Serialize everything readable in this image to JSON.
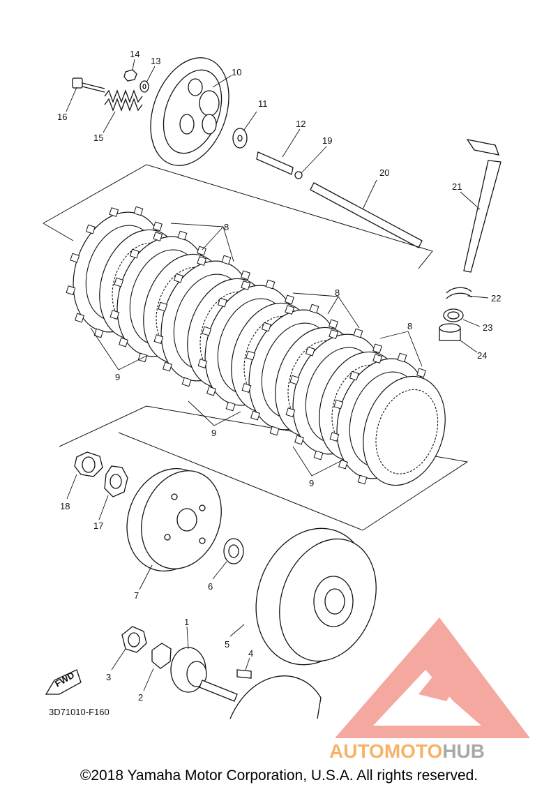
{
  "diagram": {
    "part_labels": {
      "p1": "1",
      "p2": "2",
      "p3": "3",
      "p4": "4",
      "p5": "5",
      "p6": "6",
      "p7": "7",
      "p8a": "8",
      "p8b": "8",
      "p8c": "8",
      "p9a": "9",
      "p9b": "9",
      "p9c": "9",
      "p10": "10",
      "p11": "11",
      "p12": "12",
      "p13": "13",
      "p14": "14",
      "p15": "15",
      "p16": "16",
      "p17": "17",
      "p18": "18",
      "p19": "19",
      "p20": "20",
      "p21": "21",
      "p22": "22",
      "p23": "23",
      "p24": "24"
    },
    "fwd_label": "FWD",
    "diagram_code": "3D71010-F160"
  },
  "watermark": {
    "part1": "AUTOMOTO",
    "part2": "HUB",
    "color_accent": "#f4a8a0",
    "color_text_orange": "#f7b267",
    "color_text_grey": "#a8a8a8"
  },
  "footer": {
    "copyright": "©2018 Yamaha Motor Corporation, U.S.A. All rights reserved."
  }
}
